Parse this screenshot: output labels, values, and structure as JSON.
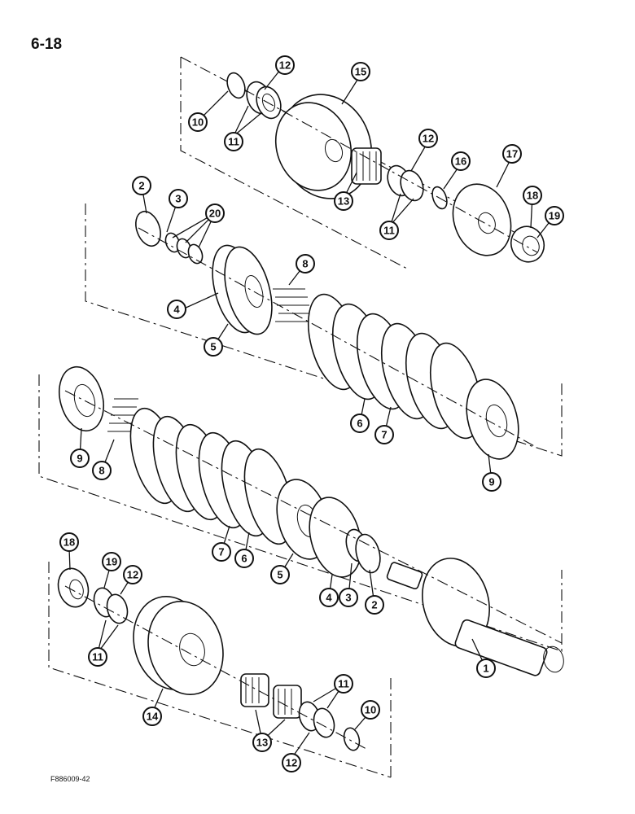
{
  "page": {
    "number": "6-18",
    "figure_code": "F886009-42"
  },
  "callouts": [
    {
      "id": "c10a",
      "label": "10"
    },
    {
      "id": "c12a",
      "label": "12"
    },
    {
      "id": "c11a",
      "label": "11"
    },
    {
      "id": "c15",
      "label": "15"
    },
    {
      "id": "c12b",
      "label": "12"
    },
    {
      "id": "c16",
      "label": "16"
    },
    {
      "id": "c17",
      "label": "17"
    },
    {
      "id": "c13a",
      "label": "13"
    },
    {
      "id": "c11b",
      "label": "11"
    },
    {
      "id": "c18a",
      "label": "18"
    },
    {
      "id": "c19a",
      "label": "19"
    },
    {
      "id": "c2a",
      "label": "2"
    },
    {
      "id": "c3a",
      "label": "3"
    },
    {
      "id": "c20",
      "label": "20"
    },
    {
      "id": "c8a",
      "label": "8"
    },
    {
      "id": "c4a",
      "label": "4"
    },
    {
      "id": "c5a",
      "label": "5"
    },
    {
      "id": "c6a",
      "label": "6"
    },
    {
      "id": "c7a",
      "label": "7"
    },
    {
      "id": "c9a",
      "label": "9"
    },
    {
      "id": "c9b",
      "label": "9"
    },
    {
      "id": "c8b",
      "label": "8"
    },
    {
      "id": "c7b",
      "label": "7"
    },
    {
      "id": "c6b",
      "label": "6"
    },
    {
      "id": "c5b",
      "label": "5"
    },
    {
      "id": "c4b",
      "label": "4"
    },
    {
      "id": "c3b",
      "label": "3"
    },
    {
      "id": "c2b",
      "label": "2"
    },
    {
      "id": "c1",
      "label": "1"
    },
    {
      "id": "c18b",
      "label": "18"
    },
    {
      "id": "c19b",
      "label": "19"
    },
    {
      "id": "c12c",
      "label": "12"
    },
    {
      "id": "c11c",
      "label": "11"
    },
    {
      "id": "c14",
      "label": "14"
    },
    {
      "id": "c13b",
      "label": "13"
    },
    {
      "id": "c11d",
      "label": "11"
    },
    {
      "id": "c10b",
      "label": "10"
    },
    {
      "id": "c12d",
      "label": "12"
    }
  ]
}
